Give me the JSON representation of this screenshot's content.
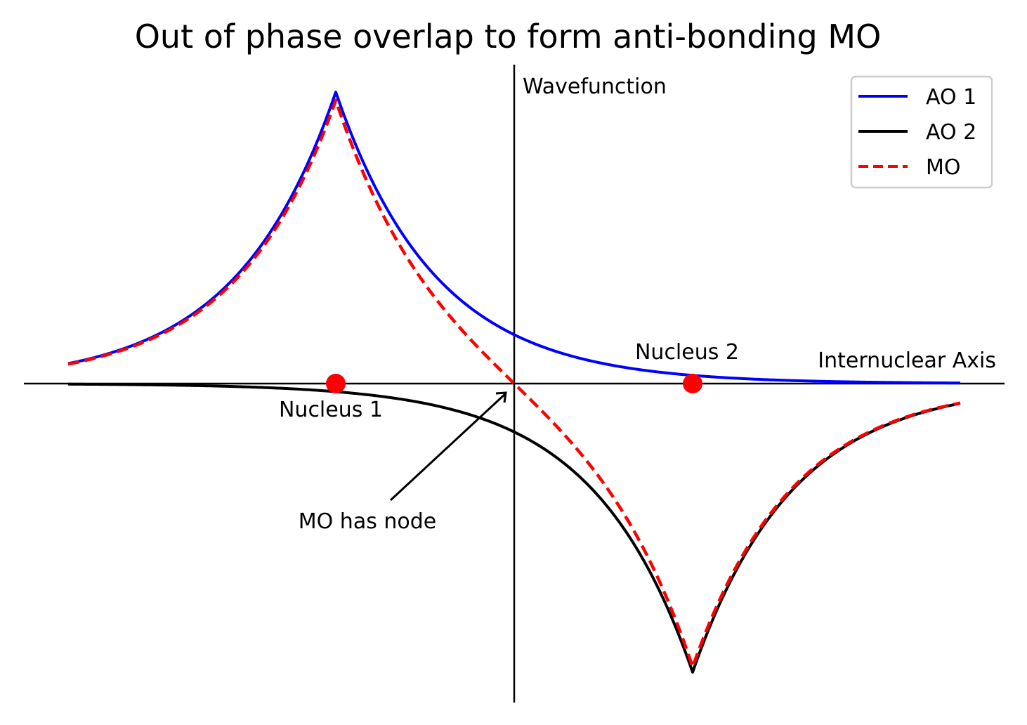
{
  "chart_data": {
    "type": "line",
    "title": "Out of phase overlap to form anti-bonding MO",
    "xlabel": "Internuclear Axis",
    "ylabel": "Wavefunction",
    "xlim": [
      -1.3,
      1.3
    ],
    "ylim": [
      -1.1,
      1.1
    ],
    "grid": false,
    "legend_position": "top-right",
    "nuclei": [
      {
        "label": "Nucleus 1",
        "x": -0.5,
        "y": 0
      },
      {
        "label": "Nucleus 2",
        "x": 0.5,
        "y": 0
      }
    ],
    "annotation": {
      "text": "MO has node",
      "text_x": -0.35,
      "text_y": -0.47,
      "target_x": 0,
      "target_y": 0
    },
    "series": [
      {
        "name": "AO 1",
        "color": "#0000ff",
        "style": "solid",
        "x": [
          -1.25,
          -1.1,
          -0.95,
          -0.8,
          -0.65,
          -0.5,
          -0.35,
          -0.2,
          -0.05,
          0.1,
          0.25,
          0.4,
          0.55,
          0.7,
          0.85,
          1.0,
          1.15,
          1.25
        ],
        "y": [
          0.05,
          0.09,
          0.16,
          0.28,
          0.51,
          1.0,
          0.59,
          0.35,
          0.2,
          0.12,
          0.07,
          0.04,
          0.02,
          0.013,
          0.008,
          0.005,
          0.003,
          0.002
        ]
      },
      {
        "name": "AO 2",
        "color": "#000000",
        "style": "solid",
        "x": [
          -1.25,
          -1.1,
          -0.95,
          -0.8,
          -0.65,
          -0.5,
          -0.35,
          -0.2,
          -0.05,
          0.1,
          0.25,
          0.4,
          0.55,
          0.7,
          0.85,
          1.0,
          1.15,
          1.25
        ],
        "y": [
          -0.002,
          -0.003,
          -0.005,
          -0.008,
          -0.013,
          -0.02,
          -0.04,
          -0.07,
          -0.12,
          -0.2,
          -0.35,
          -0.59,
          -0.9,
          -0.51,
          -0.28,
          -0.16,
          -0.09,
          -0.05
        ]
      },
      {
        "name": "MO",
        "color": "#ff0000",
        "style": "dashed",
        "x": [
          -1.25,
          -1.1,
          -0.95,
          -0.8,
          -0.65,
          -0.5,
          -0.35,
          -0.2,
          -0.05,
          0.1,
          0.25,
          0.4,
          0.55,
          0.7,
          0.85,
          1.0,
          1.15,
          1.25
        ],
        "y": [
          0.05,
          0.087,
          0.155,
          0.27,
          0.5,
          0.98,
          0.55,
          0.28,
          0.08,
          -0.08,
          -0.28,
          -0.55,
          -0.87,
          -0.5,
          -0.27,
          -0.155,
          -0.087,
          -0.05
        ]
      }
    ]
  }
}
